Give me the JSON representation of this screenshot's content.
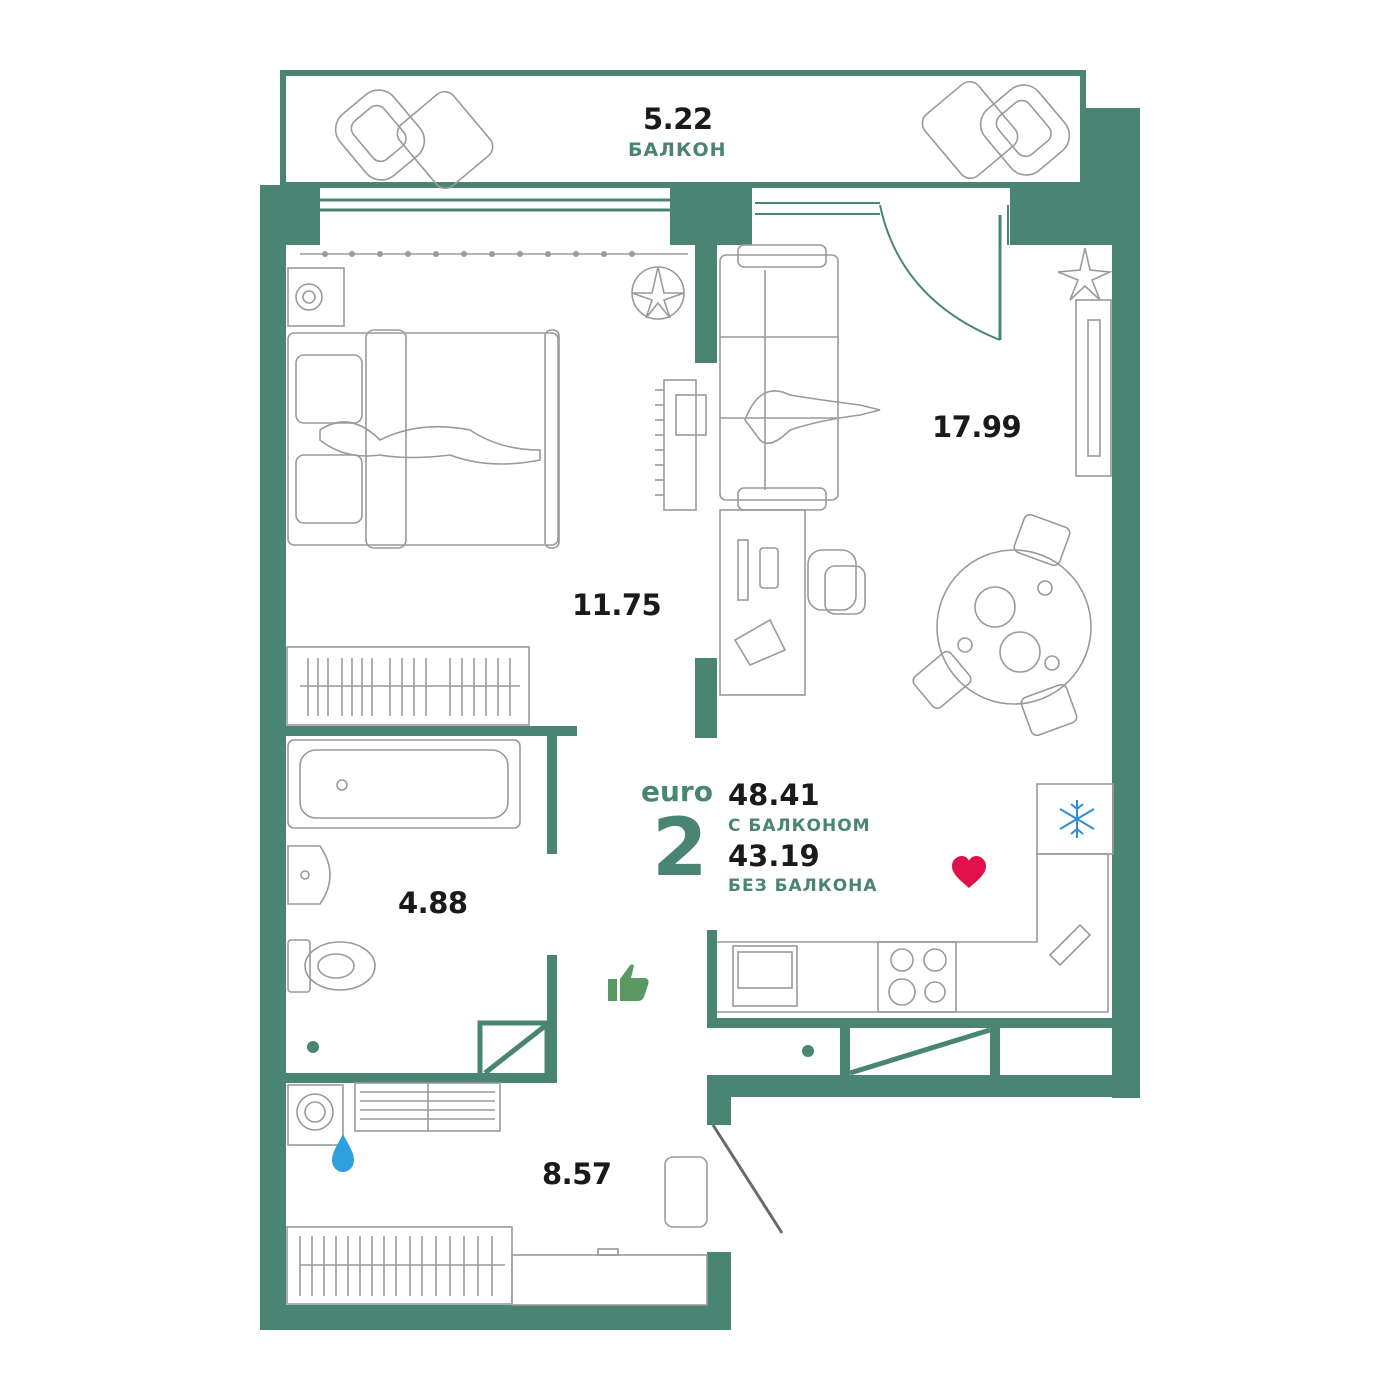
{
  "apartment": {
    "class_label": "euro",
    "rooms": "2",
    "area_with_balcony": "48.41",
    "with_balcony_label": "С БАЛКОНОМ",
    "area_without_balcony": "43.19",
    "without_balcony_label": "БЕЗ БАЛКОНА"
  },
  "rooms": {
    "balcony": {
      "area": "5.22",
      "name": "БАЛКОН"
    },
    "bedroom": {
      "area": "11.75"
    },
    "living_kitchen": {
      "area": "17.99"
    },
    "bathroom": {
      "area": "4.88"
    },
    "hallway": {
      "area": "8.57"
    }
  },
  "icons": [
    "heart-icon",
    "thumbs-up-icon",
    "snowflake-icon",
    "water-drop-icon"
  ],
  "colors": {
    "wall": "#4a8574",
    "furniture_line": "#8a8a8a",
    "heart": "#e0104a",
    "thumb": "#5a9a62",
    "drop": "#2f9fe0",
    "snow": "#2f8fd6"
  }
}
